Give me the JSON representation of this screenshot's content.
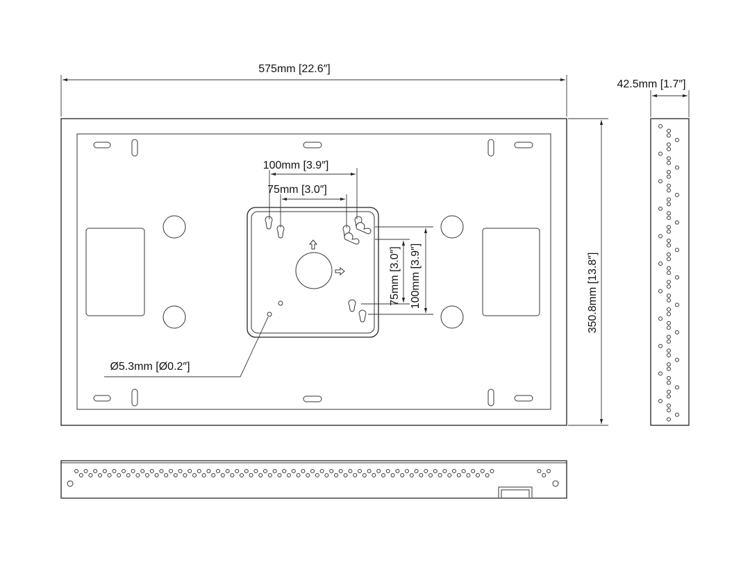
{
  "dimensions": {
    "overall_width": "575mm [22.6″]",
    "overall_height": "350.8mm [13.8″]",
    "depth": "42.5mm [1.7″]",
    "vesa_100_horizontal": "100mm [3.9″]",
    "vesa_75_horizontal": "75mm [3.0″]",
    "vesa_75_vertical": "75mm [3.0″]",
    "vesa_100_vertical": "100mm [3.9″]",
    "hole_diameter": "Ø5.3mm [Ø0.2″]"
  },
  "colors": {
    "line": "#222222",
    "background": "#ffffff"
  },
  "icons": [
    "arrow-up-icon",
    "arrow-right-icon"
  ]
}
